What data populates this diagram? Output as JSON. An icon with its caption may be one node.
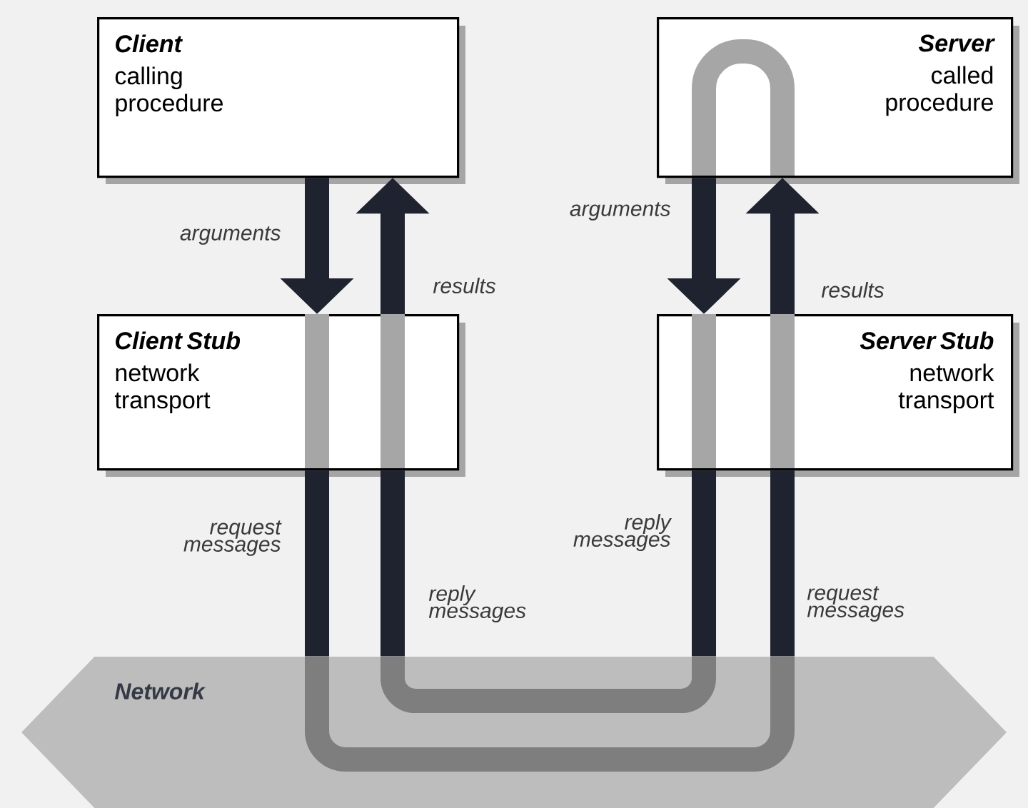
{
  "diagram": {
    "nodes": [
      {
        "text": [
          "Client",
          "calling procedure"
        ]
      },
      {
        "text": [
          "Server",
          "called procedure"
        ]
      },
      {
        "text": [
          "Client Stub",
          "network transport"
        ]
      },
      {
        "text": [
          "Server Stub",
          "network transport"
        ]
      },
      {
        "text": [
          "Network"
        ]
      }
    ],
    "edges": [
      {
        "from": 0,
        "to": 2,
        "arrow": "to",
        "label": "arguments"
      },
      {
        "from": 2,
        "to": 4,
        "arrow": "none",
        "label": "request messages"
      },
      {
        "from": 4,
        "to": 3,
        "arrow": "none",
        "label": "request messages"
      },
      {
        "from": 3,
        "to": 1,
        "arrow": "to",
        "label": "results"
      },
      {
        "from": 1,
        "to": 3,
        "arrow": "to",
        "label": "arguments"
      },
      {
        "from": 3,
        "to": 4,
        "arrow": "none",
        "label": "reply messages"
      },
      {
        "from": 4,
        "to": 2,
        "arrow": "none",
        "label": "reply messages"
      },
      {
        "from": 2,
        "to": 0,
        "arrow": "to",
        "label": "results"
      }
    ]
  }
}
